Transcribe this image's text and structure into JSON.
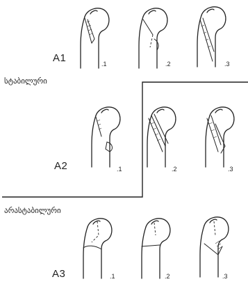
{
  "labels": {
    "stable": "სტაბილური",
    "unstable": "არასტაბილური"
  },
  "groups": [
    {
      "name": "A1",
      "items": [
        ".1",
        ".2",
        ".3"
      ]
    },
    {
      "name": "A2",
      "items": [
        ".1",
        ".2",
        ".3"
      ]
    },
    {
      "name": "A3",
      "items": [
        ".1",
        ".2",
        ".3"
      ]
    }
  ]
}
